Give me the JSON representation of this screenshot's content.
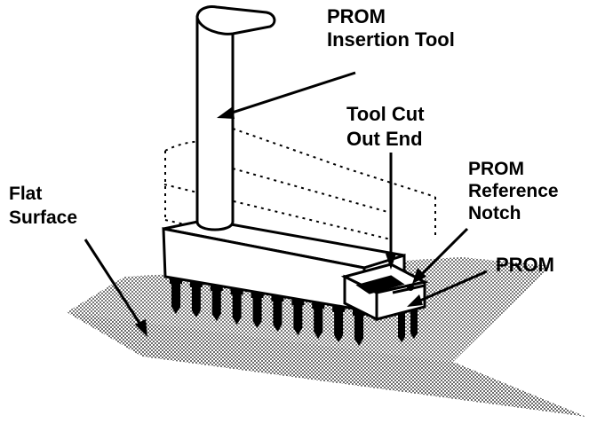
{
  "labels": {
    "prom_insertion_tool": {
      "line1": "PROM",
      "line2": "Insertion Tool"
    },
    "tool_cut_out_end": {
      "line1": "Tool Cut",
      "line2": "Out End"
    },
    "prom_reference_notch": {
      "line1": "PROM",
      "line2": "Reference",
      "line3": "Notch"
    },
    "prom": "PROM",
    "flat_surface": {
      "line1": "Flat",
      "line2": "Surface"
    }
  },
  "colors": {
    "ink": "#000000",
    "paper": "#ffffff"
  },
  "illustration": {
    "pin_count_visible": 10
  }
}
